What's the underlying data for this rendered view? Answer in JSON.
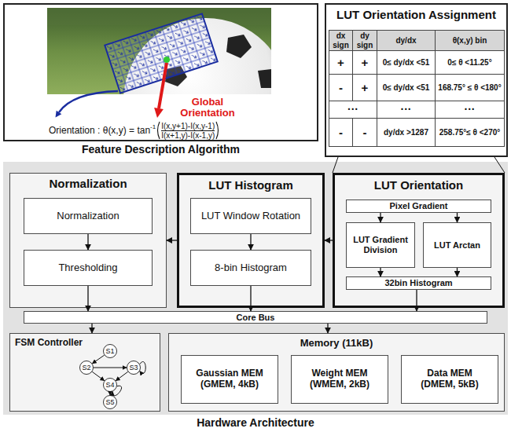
{
  "diagram": {
    "nodes": [
      {
        "text": [
          "Global Orientation",
          "Orientation : θ(x,y) = tan",
          "-1",
          "I(x,y+1)-I(x,y-1)",
          "I(x+1,y)-I(x-1,y)",
          "Feature Description Algorithm"
        ]
      },
      {
        "text": [
          "LUT Orientation Assignment"
        ]
      },
      {
        "text": [
          "Hardware Architecture"
        ]
      },
      {
        "text": [
          "Normalization"
        ],
        "in": 2
      },
      {
        "text": [
          "Normalization"
        ],
        "in": 3
      },
      {
        "text": [
          "Thresholding"
        ],
        "in": 3
      },
      {
        "text": [
          "LUT Histogram"
        ],
        "in": 2
      },
      {
        "text": [
          "LUT Window Rotation"
        ],
        "in": 6
      },
      {
        "text": [
          "8-bin Histogram"
        ],
        "in": 6
      },
      {
        "text": [
          "LUT Orientation"
        ],
        "in": 2
      },
      {
        "text": [
          "Pixel Gradient"
        ],
        "in": 9
      },
      {
        "text": [
          "LUT Gradient Division"
        ],
        "in": 9
      },
      {
        "text": [
          "LUT Arctan"
        ],
        "in": 9
      },
      {
        "text": [
          "32bin Histogram"
        ],
        "in": 9
      },
      {
        "text": [
          "Core Bus"
        ],
        "in": 2
      },
      {
        "text": [
          "FSM Controller"
        ],
        "in": 2
      },
      {
        "text": [
          "S1"
        ],
        "in": 15
      },
      {
        "text": [
          "S2"
        ],
        "in": 15
      },
      {
        "text": [
          "S3"
        ],
        "in": 15
      },
      {
        "text": [
          "S4"
        ],
        "in": 15
      },
      {
        "text": [
          "S5"
        ],
        "in": 15
      },
      {
        "text": [
          "Memory (11kB)"
        ],
        "in": 2
      },
      {
        "text": [
          "Gaussian MEM (GMEM, 4kB)"
        ],
        "in": 21
      },
      {
        "text": [
          "Weight MEM (WMEM, 2kB)"
        ],
        "in": 21
      },
      {
        "text": [
          "Data MEM (DMEM, 5kB)"
        ],
        "in": 21
      }
    ],
    "edges": [
      {
        "from": 1,
        "to": 9,
        "arrow": "none"
      },
      {
        "from": 1,
        "to": 9,
        "arrow": "none"
      },
      {
        "from": 9,
        "to": 6,
        "arrow": "to"
      },
      {
        "from": 6,
        "to": 3,
        "arrow": "to"
      },
      {
        "from": 4,
        "to": 5,
        "arrow": "to"
      },
      {
        "from": 7,
        "to": 8,
        "arrow": "to"
      },
      {
        "from": 10,
        "to": 11,
        "arrow": "to"
      },
      {
        "from": 10,
        "to": 12,
        "arrow": "to"
      },
      {
        "from": 11,
        "to": 13,
        "arrow": "to"
      },
      {
        "from": 12,
        "to": 13,
        "arrow": "to"
      },
      {
        "from": 5,
        "to": 14,
        "arrow": "to"
      },
      {
        "from": 8,
        "to": 14,
        "arrow": "to"
      },
      {
        "from": 13,
        "to": 14,
        "arrow": "to"
      },
      {
        "from": 14,
        "to": 15,
        "arrow": "to"
      },
      {
        "from": 14,
        "to": 21,
        "arrow": "to"
      },
      {
        "from": 16,
        "to": 17,
        "arrow": "to"
      },
      {
        "from": 17,
        "to": 18,
        "arrow": "to"
      },
      {
        "from": 18,
        "to": 18,
        "arrow": "to"
      },
      {
        "from": 18,
        "to": 19,
        "arrow": "to"
      },
      {
        "from": 17,
        "to": 19,
        "arrow": "to"
      },
      {
        "from": 19,
        "to": 19,
        "arrow": "to"
      },
      {
        "from": 19,
        "to": 20,
        "arrow": "to"
      }
    ],
    "labels": [
      "dx sign",
      "dy sign",
      "dy/dx",
      "θ(x,y) bin",
      "+",
      "+",
      "0≤ dy/dx <51",
      "0≤ θ <11.25°",
      "-",
      "+",
      "0≤ dy/dx <51",
      "168.75° ≤ θ <180°",
      "···",
      "···",
      "···",
      "-",
      "-",
      "dy/dx >1287",
      "258.75°≤ θ <270°"
    ]
  }
}
